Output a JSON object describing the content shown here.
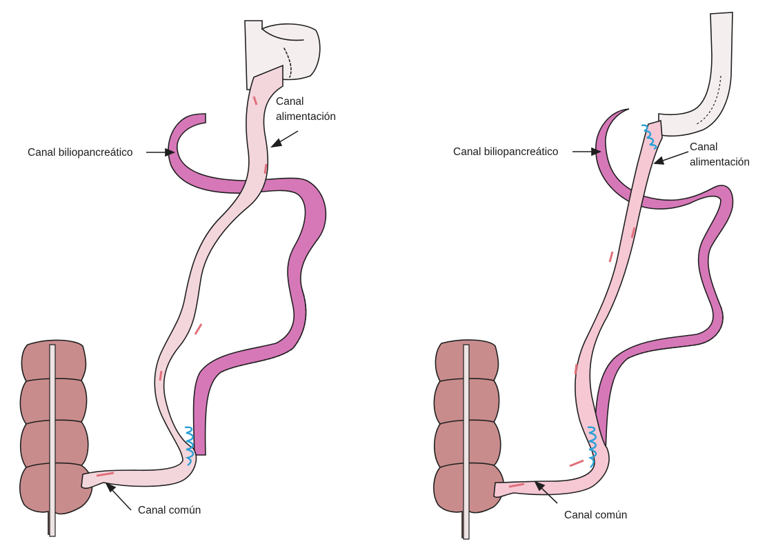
{
  "panels": [
    {
      "id": "left",
      "labels": {
        "biliopancreatic": "Canal biliopancreático",
        "alimentary_line1": "Canal",
        "alimentary_line2": "alimentación",
        "common": "Canal común"
      }
    },
    {
      "id": "right",
      "labels": {
        "biliopancreatic": "Canal biliopancreático",
        "alimentary_line1": "Canal",
        "alimentary_line2": "alimentación",
        "common": "Canal común"
      }
    }
  ],
  "colors": {
    "biliopancreatic_limb": "#d678b8",
    "alimentary_limb": "#f3d6dc",
    "alimentary_limb_right": "#f5c8d4",
    "colon": "#c98c8c",
    "stomach": "#f4efee",
    "suture": "#2a9fd6",
    "mucosa_highlight": "#e0707a"
  }
}
